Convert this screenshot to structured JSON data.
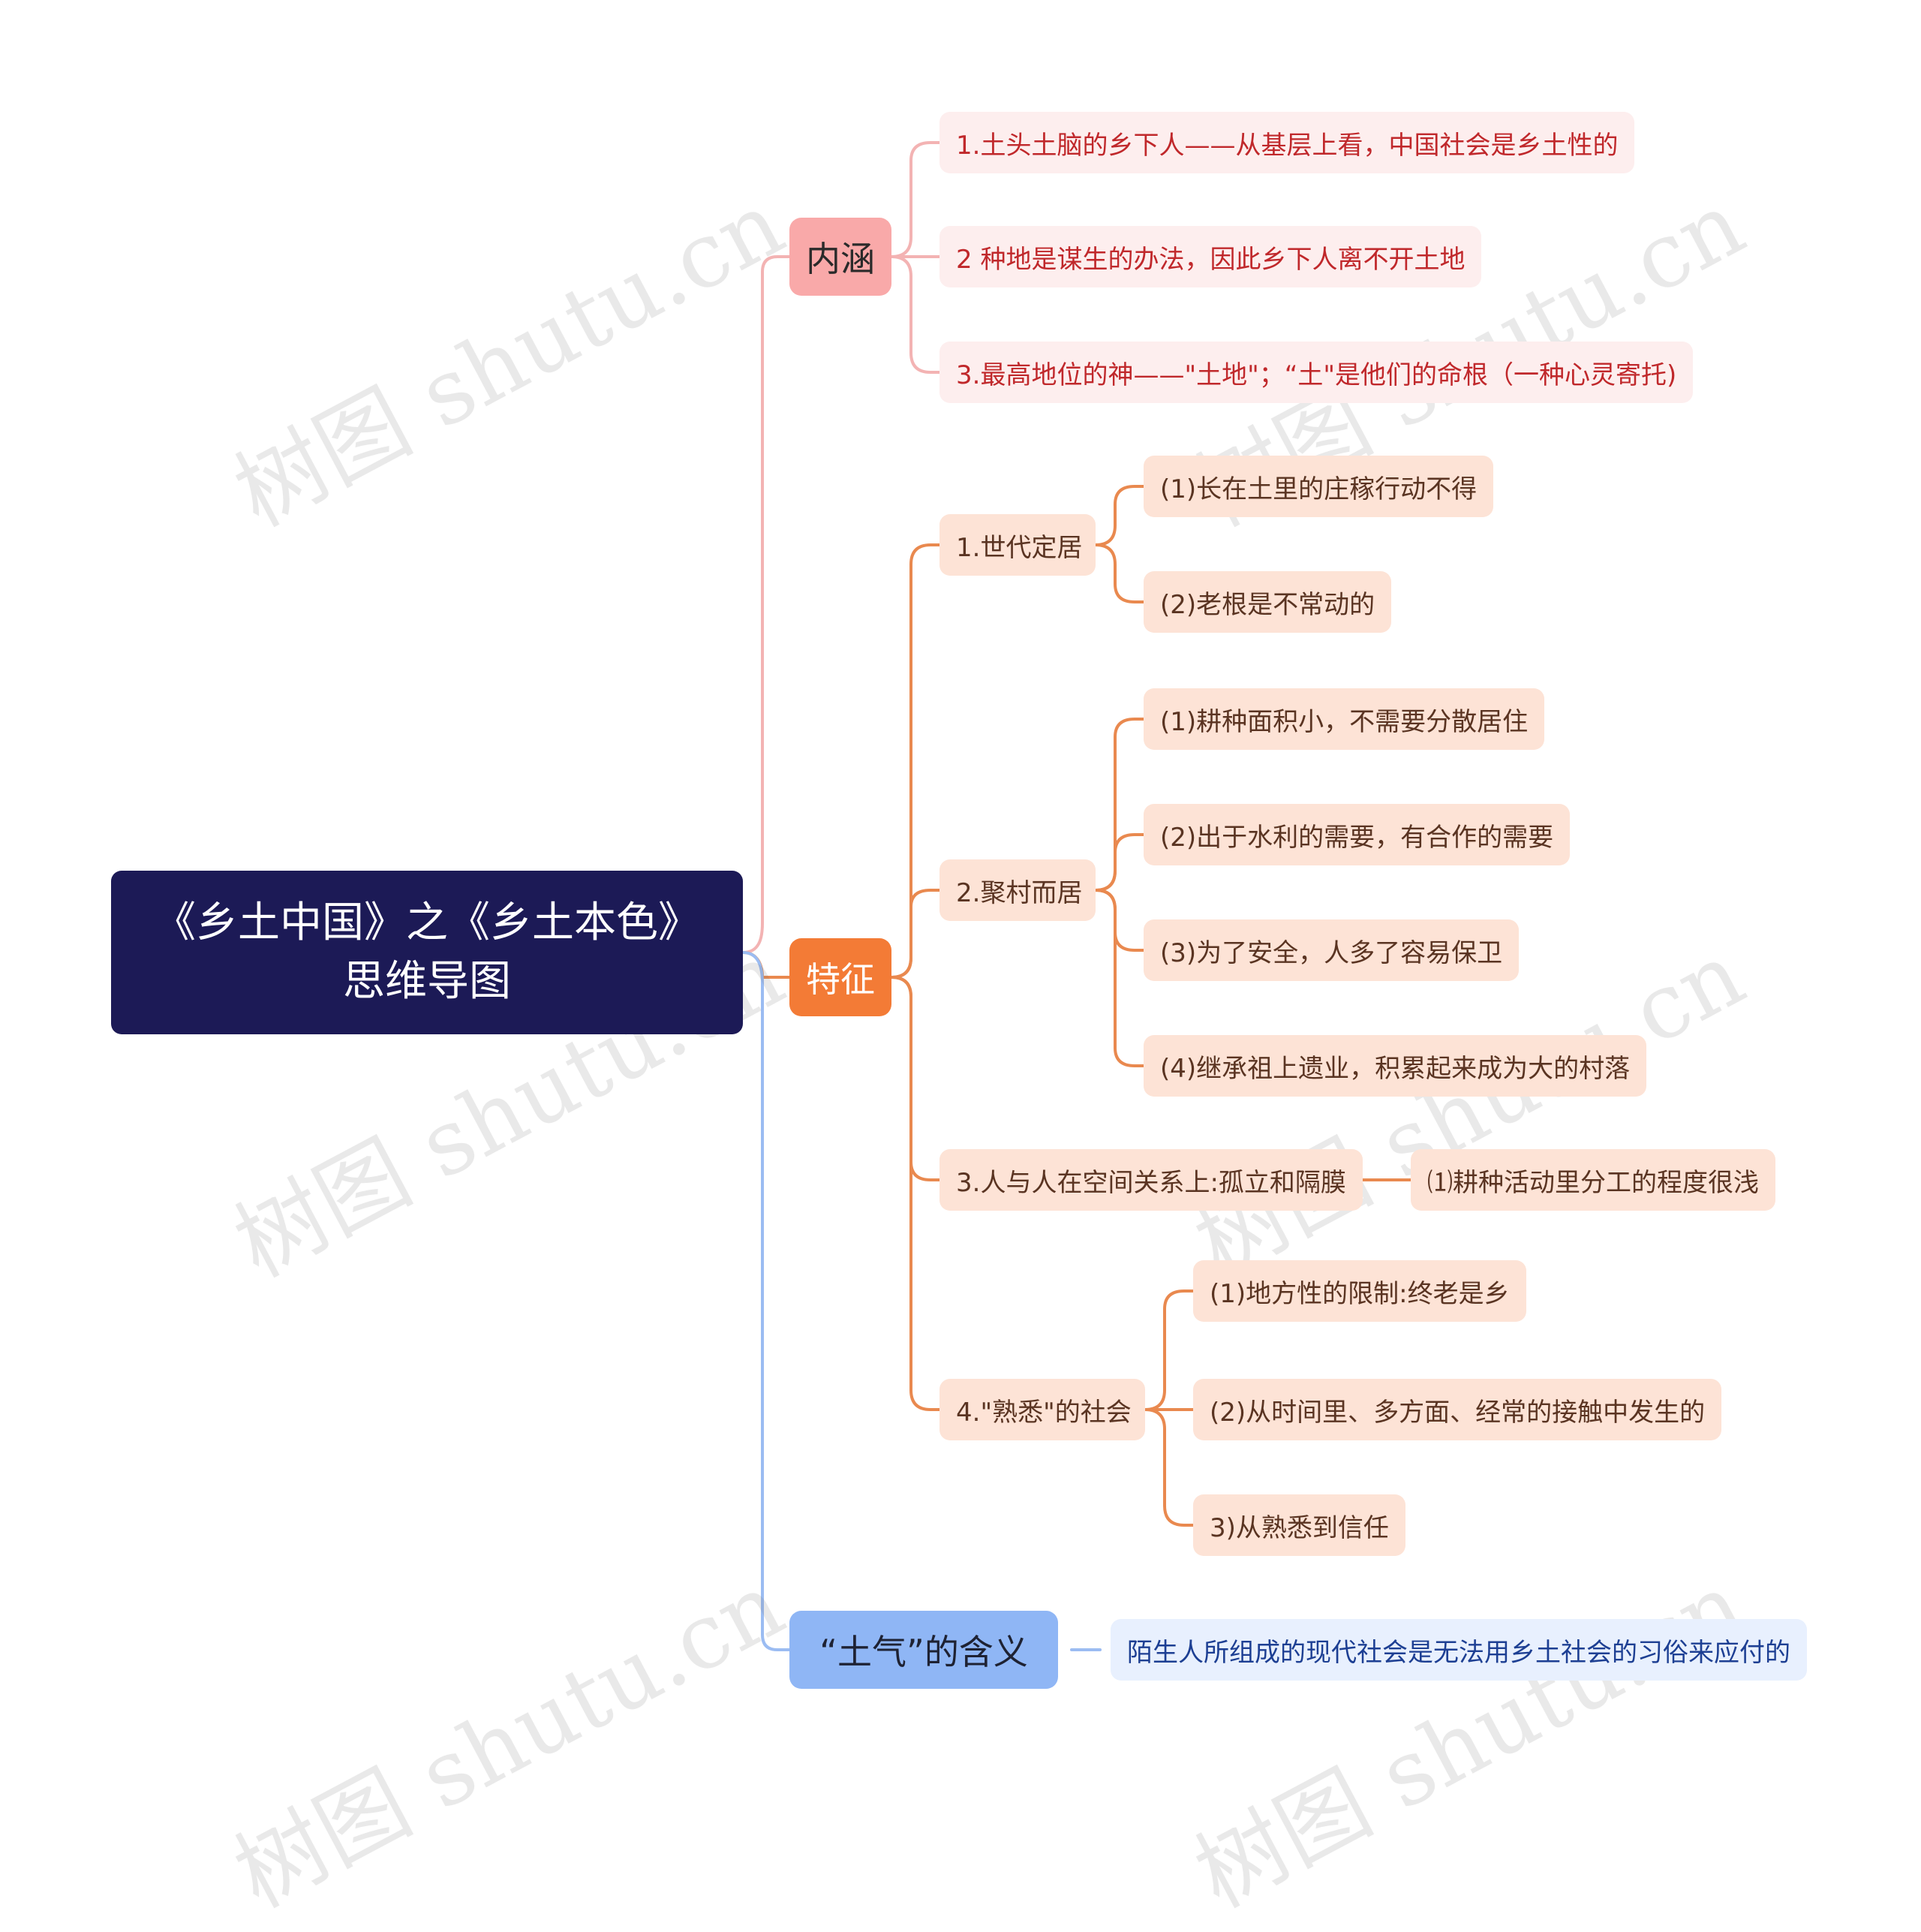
{
  "root": {
    "title_line1": "《乡土中国》之《乡土本色》",
    "title_line2": "思维导图"
  },
  "branches": {
    "neihan": {
      "label": "内涵",
      "items": [
        "1.土头土脑的乡下人——从基层上看，中国社会是乡土性的",
        "2 种地是谋生的办法，因此乡下人离不开土地",
        "3.最高地位的神——\"土地\"；“土\"是他们的命根（一种心灵寄托)"
      ]
    },
    "tezheng": {
      "label": "特征",
      "groups": [
        {
          "label": "1.世代定居",
          "items": [
            "(1)长在土里的庄稼行动不得",
            "(2)老根是不常动的"
          ]
        },
        {
          "label": "2.聚村而居",
          "items": [
            "(1)耕种面积小，不需要分散居住",
            "(2)出于水利的需要，有合作的需要",
            "(3)为了安全，人多了容易保卫",
            "(4)继承祖上遗业，积累起来成为大的村落"
          ]
        },
        {
          "label": "3.人与人在空间关系上:孤立和隔膜",
          "items": [
            "⑴耕种活动里分工的程度很浅"
          ]
        },
        {
          "label": "4.\"熟悉\"的社会",
          "items": [
            "(1)地方性的限制:终老是乡",
            "(2)从时间里、多方面、经常的接触中发生的",
            "3)从熟悉到信任"
          ]
        }
      ]
    },
    "tuqi": {
      "label": "“土气”的含义",
      "items": [
        "陌生人所组成的现代社会是无法用乡土社会的习俗来应付的"
      ]
    }
  },
  "watermark": "树图 shutu.cn",
  "colors": {
    "root_bg": "#1c1a56",
    "pink_branch": "#f9a9a9",
    "orange_branch": "#f37b36",
    "blue_branch": "#8fb6f5",
    "pink_line": "#f3b3b3",
    "orange_line": "#e9894f",
    "blue_line": "#9bbcf2"
  }
}
